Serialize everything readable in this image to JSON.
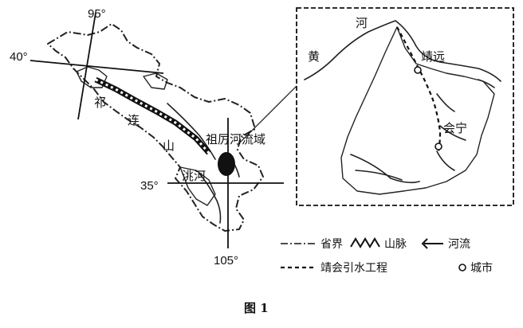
{
  "lon_labels": {
    "west": "95°",
    "east": "105°"
  },
  "lat_labels": {
    "north": "40°",
    "south": "35°"
  },
  "map_labels": {
    "qi": "祁",
    "lian": "连",
    "shan": "山",
    "zulihe": "祖厉河流域",
    "taohe": "洮河",
    "he": "河",
    "huang": "黄",
    "jingyuan": "靖远",
    "huining": "会宁"
  },
  "legend": {
    "province_border": "省界",
    "mountain": "山脉",
    "river": "河流",
    "canal": "靖会引水工程",
    "city": "城市"
  },
  "caption": "图 1"
}
